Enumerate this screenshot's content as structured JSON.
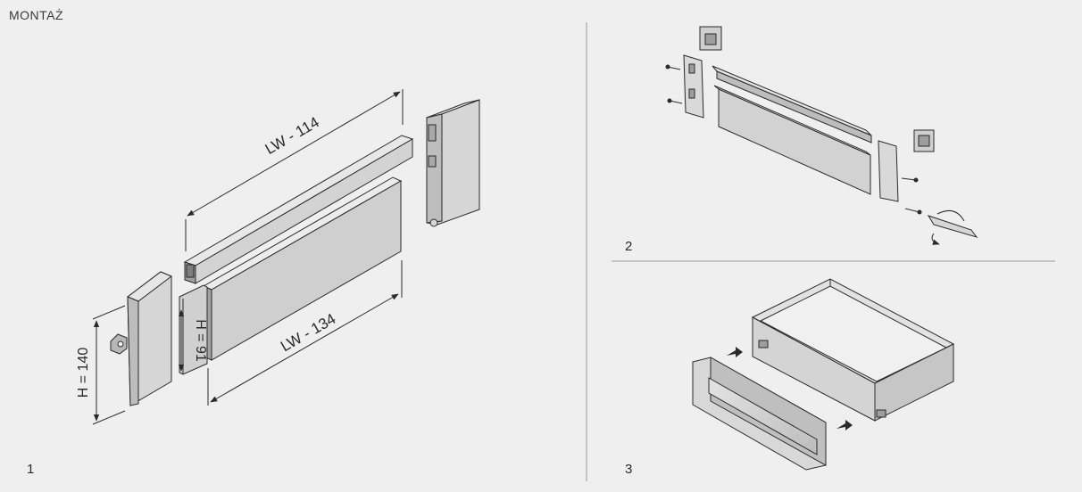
{
  "header": {
    "title": "MONTAŻ"
  },
  "steps": {
    "s1": "1",
    "s2": "2",
    "s3": "3"
  },
  "dims": {
    "rail_length": "LW - 114",
    "panel_length": "LW - 134",
    "panel_height": "H = 91",
    "side_height": "H = 140"
  },
  "colors": {
    "background": "#efefef",
    "panel_fill": "#c9c9c9",
    "panel_side": "#9a9a9a",
    "line": "#2a2a2a",
    "divider": "#9a9a9a"
  }
}
